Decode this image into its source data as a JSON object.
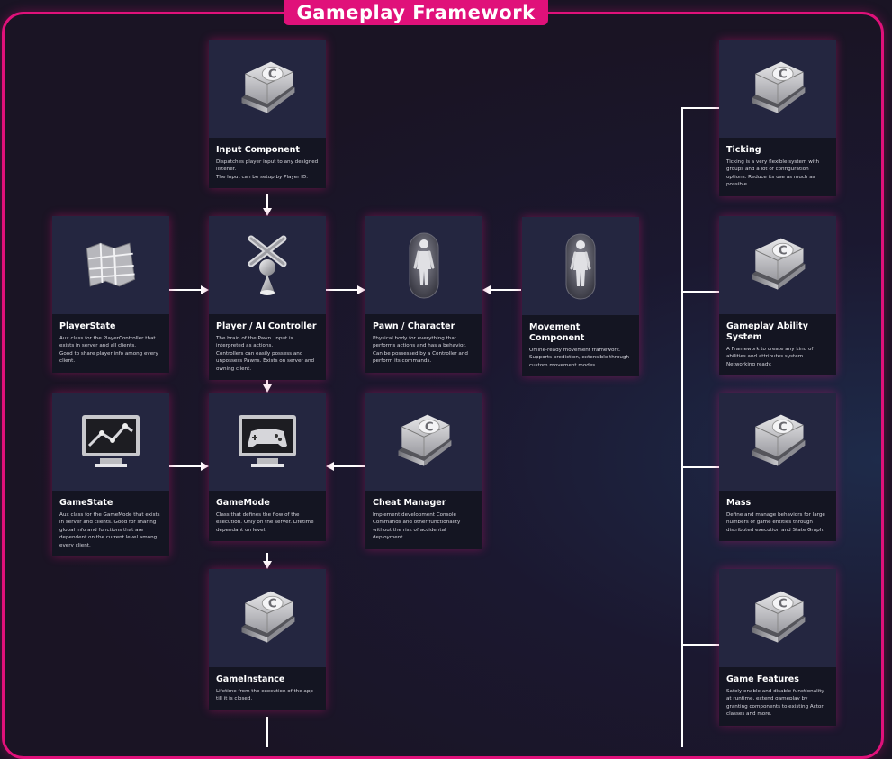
{
  "title": "Gameplay Framework",
  "cards": {
    "input_component": {
      "name": "Input Component",
      "desc": "Dispatches player input to any designed listener.\nThe Input can be setup by Player ID.",
      "icon": "class-book-icon"
    },
    "player_state": {
      "name": "PlayerState",
      "desc": "Aux class for the PlayerController that exists in server and all clients.\nGood to share player info among every client.",
      "icon": "map-icon"
    },
    "controller": {
      "name": "Player / AI Controller",
      "desc": "The brain of the Pawn. Input is interpreted as actions.\nControllers can easily possess and unpossess Pawns. Exists on server and owning client.",
      "icon": "controller-icon"
    },
    "pawn": {
      "name": "Pawn / Character",
      "desc": "Physical body for everything that performs actions and has a behavior. Can be possessed by a Controller and perform its commands.",
      "icon": "character-icon"
    },
    "movement": {
      "name": "Movement Component",
      "desc": "Online-ready movement framework. Supports prediction, extensible through custom movement modes.",
      "icon": "character-icon"
    },
    "game_state": {
      "name": "GameState",
      "desc": "Aux class for the GameMode that exists in server and clients. Good for sharing global info and functions that are dependent on the current level among every client.",
      "icon": "chart-monitor-icon"
    },
    "game_mode": {
      "name": "GameMode",
      "desc": "Class that defines the flow of the execution. Only on the server. Lifetime dependant on level.",
      "icon": "gamepad-monitor-icon"
    },
    "cheat_manager": {
      "name": "Cheat Manager",
      "desc": "Implement development Console Commands and other functionality without the risk of accidental deployment.",
      "icon": "class-book-icon"
    },
    "game_instance": {
      "name": "GameInstance",
      "desc": "Lifetime from the execution of the app till it is closed.",
      "icon": "class-book-icon"
    },
    "ticking": {
      "name": "Ticking",
      "desc": "Ticking is a very flexible system with groups and a lot of configuration options. Reduce its use as much as possible.",
      "icon": "class-book-icon"
    },
    "gas": {
      "name": "Gameplay Ability System",
      "desc": "A Framework to create any kind of abilities and attributes system. Networking ready.",
      "icon": "class-book-icon"
    },
    "mass": {
      "name": "Mass",
      "desc": "Define and manage behaviors for large numbers of game entities through distributed execution and State Graph.",
      "icon": "class-book-icon"
    },
    "game_features": {
      "name": "Game Features",
      "desc": "Safely enable and disable functionality at runtime, extend gameplay by granting components to existing Actor classes and more.",
      "icon": "class-book-icon"
    }
  },
  "colors": {
    "accent": "#e0117a",
    "card_bg": "#141522",
    "art_bg": "#242640",
    "page_bg": "#1a1424"
  }
}
